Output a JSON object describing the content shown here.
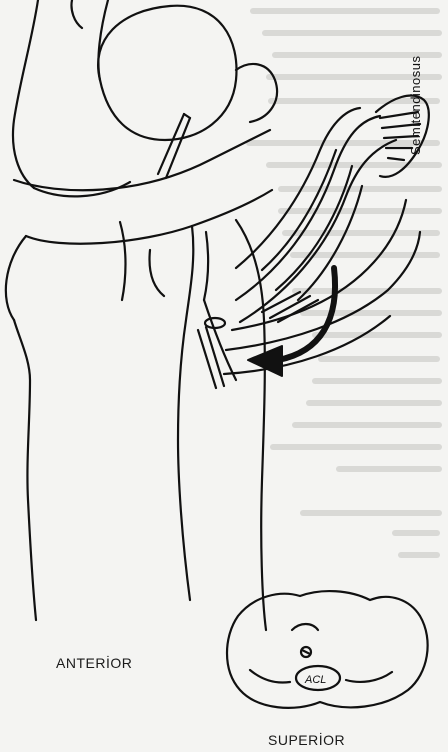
{
  "labels": {
    "semitendinosus": "Semitendinosus",
    "anterior": "ANTERİOR",
    "superior": "SUPERİOR",
    "acl": "ACL"
  },
  "colors": {
    "ink": "#111111",
    "paper": "#f4f4f2",
    "bleed_text": "#d2d2d0"
  }
}
